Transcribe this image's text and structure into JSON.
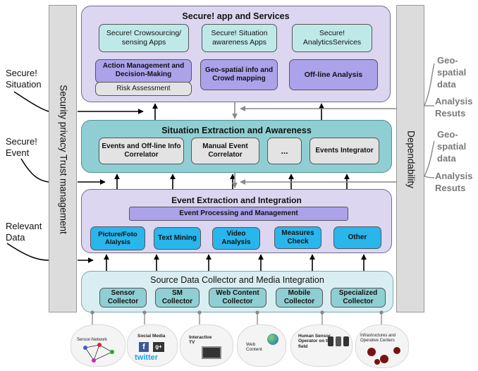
{
  "layers": {
    "apps": {
      "title": "Secure! app and Services",
      "crowd": "Secure! Crowsourcing/ sensing Apps",
      "situation_apps": "Secure! Situation awareness Apps",
      "analytics": "Secure! AnalyticsServices",
      "action": "Action Management and Decision-Making",
      "risk": "Risk Assessment",
      "geo": "Geo-spatial info and Crowd mapping",
      "offline": "Off-line Analysis"
    },
    "situation": {
      "title": "Situation Extraction and Awareness",
      "events_offline": "Events and Off-line Info Correlator",
      "manual": "Manual Event Correlator",
      "dots": "...",
      "integrator": "Events Integrator"
    },
    "event": {
      "title": "Event Extraction and Integration",
      "processing": "Event Processing and Management",
      "picture": "Picture/Foto Alalysis",
      "text": "Text Mining",
      "video": "Video Analysis",
      "measures": "Measures Check",
      "other": "Other"
    },
    "source": {
      "title": "Source Data Collector and Media Integration",
      "sensor": "Sensor Collector",
      "sm": "SM Collector",
      "web": "Web Content Collector",
      "mobile": "Mobile Collector",
      "specialized": "Specialized Collector"
    }
  },
  "side": {
    "security": "Security privacy Trust management",
    "dependability": "Dependability"
  },
  "left_labels": {
    "situation": "Secure! Situation",
    "event": "Secure! Event",
    "relevant": "Relevant Data"
  },
  "right_labels": {
    "geo1": "Geo- spatial data",
    "analysis1": "Analysis Resuts",
    "geo2": "Geo- spatial data",
    "analysis2": "Analysis Resuts"
  },
  "sources": {
    "sensor_network": "Sensor-Network",
    "social_media": "Social Media",
    "facebook": "f",
    "gplus": "g+",
    "twitter": "twitter",
    "tv": "Interactive TV",
    "web": "Web Content",
    "human_sensor": "Human Sensor Operator on the field",
    "infra": "Infrastructures and Operative Centers"
  },
  "colors": {
    "layer_purple": "#ddd6f1",
    "layer_teal": "#8fcfd3",
    "layer_light": "#d9eef2",
    "box_teal": "#bfe9e9",
    "box_purple": "#aba2ea",
    "box_blue": "#29b6ec",
    "box_grey": "#e3e3e3",
    "side_grey": "#dcdcdc"
  }
}
